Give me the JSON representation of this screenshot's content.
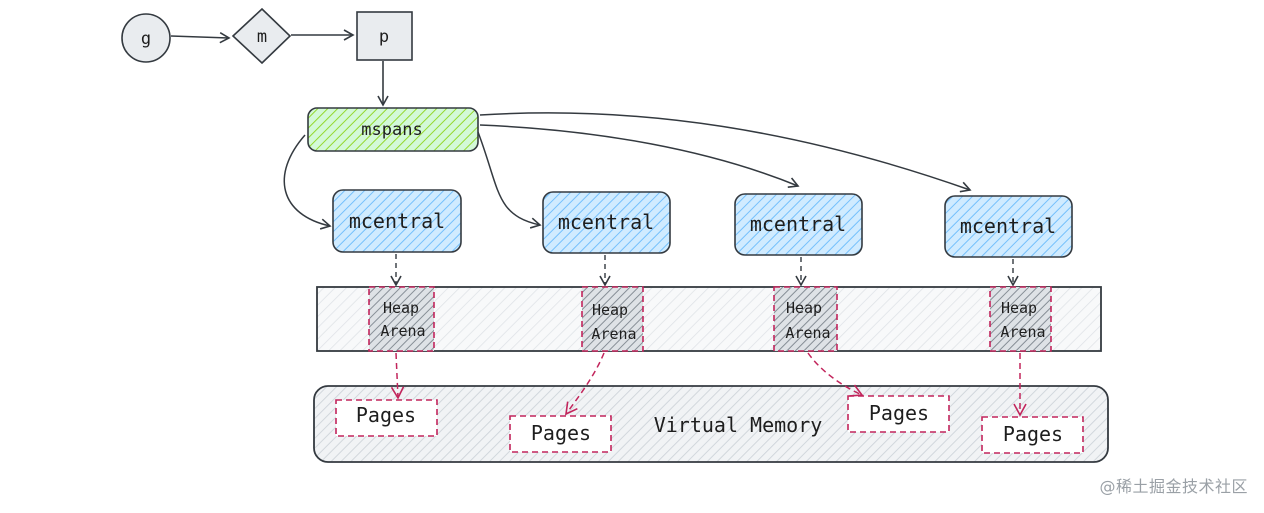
{
  "nodes": {
    "g": "g",
    "m": "m",
    "p": "p",
    "mspans": "mspans",
    "mcentral": [
      "mcentral",
      "mcentral",
      "mcentral",
      "mcentral"
    ],
    "heap_arena_line1": [
      "Heap",
      "Heap",
      "Heap",
      "Heap"
    ],
    "heap_arena_line2": [
      "Arena",
      "Arena",
      "Arena",
      "Arena"
    ],
    "pages": [
      "Pages",
      "Pages",
      "Pages",
      "Pages"
    ],
    "virtual_memory": "Virtual Memory"
  },
  "watermark": "@稀土掘金技术社区",
  "colors": {
    "mspans_fill": "#b2f2bb",
    "mcentral_fill": "#a5d8ff",
    "heap_strip_fill": "#e9ecef",
    "arena_fill": "#868e96",
    "vm_fill": "#ced4da",
    "dashed_red": "#c2255c",
    "stroke": "#343a40"
  }
}
